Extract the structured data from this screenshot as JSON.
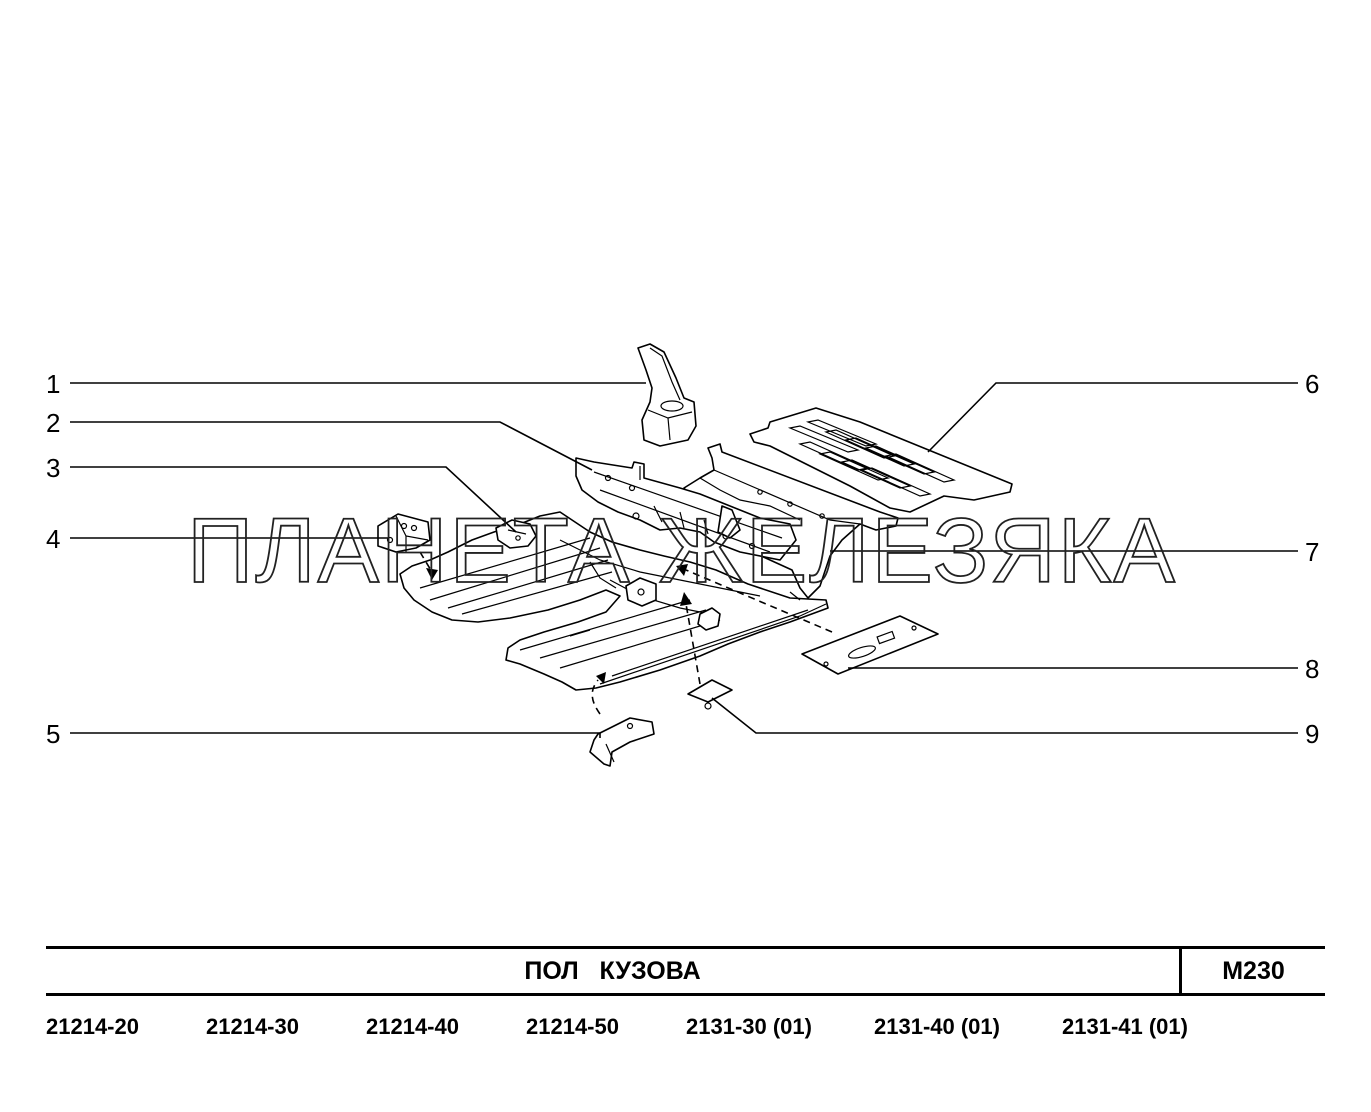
{
  "callouts": [
    "1",
    "2",
    "3",
    "4",
    "5",
    "6",
    "7",
    "8",
    "9"
  ],
  "watermark": "ПЛАНЕТА ЖЕЛЕЗЯКА",
  "title_block": {
    "title": "ПОЛ   КУЗОВА",
    "code": "М230"
  },
  "models": [
    "21214-20",
    "21214-30",
    "21214-40",
    "21214-50",
    "2131-30 (01)",
    "2131-40 (01)",
    "2131-41 (01)"
  ]
}
